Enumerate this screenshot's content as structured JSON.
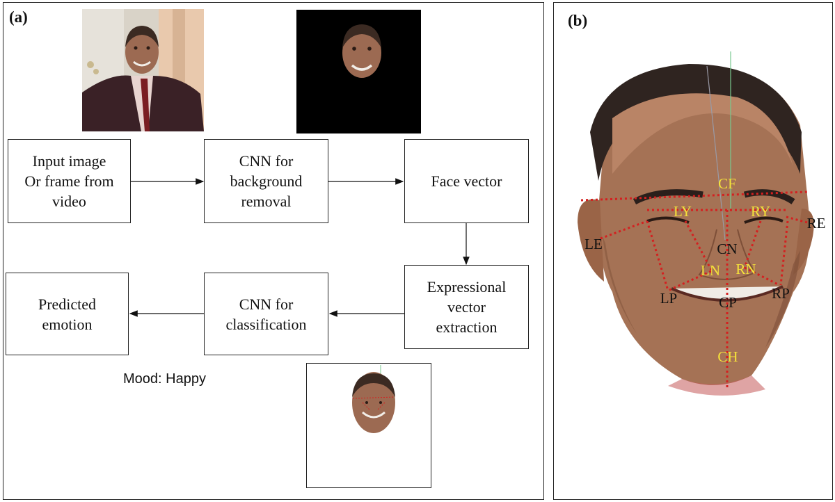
{
  "panel_a": {
    "label": "(a)",
    "nodes": {
      "input": [
        "Input image",
        "Or frame from",
        "video"
      ],
      "cnn_bg": [
        "CNN for",
        "background",
        "removal"
      ],
      "face_vector": [
        "Face vector"
      ],
      "expressional": [
        "Expressional",
        "vector",
        "extraction"
      ],
      "cnn_class": [
        "CNN for",
        "classification"
      ],
      "predicted": [
        "Predicted",
        "emotion"
      ]
    },
    "mood": "Mood: Happy"
  },
  "panel_b": {
    "label": "(b)",
    "landmarks": {
      "CF": "CF",
      "LY": "LY",
      "RY": "RY",
      "RE": "RE",
      "LE": "LE",
      "CN": "CN",
      "LN": "LN",
      "RN": "RN",
      "LP": "LP",
      "CP": "CP",
      "RP": "RP",
      "CH": "CH"
    }
  },
  "colors": {
    "landmark_line": "#d42020",
    "landmark_yellow": "#f5e23a",
    "landmark_dark": "#111111"
  }
}
